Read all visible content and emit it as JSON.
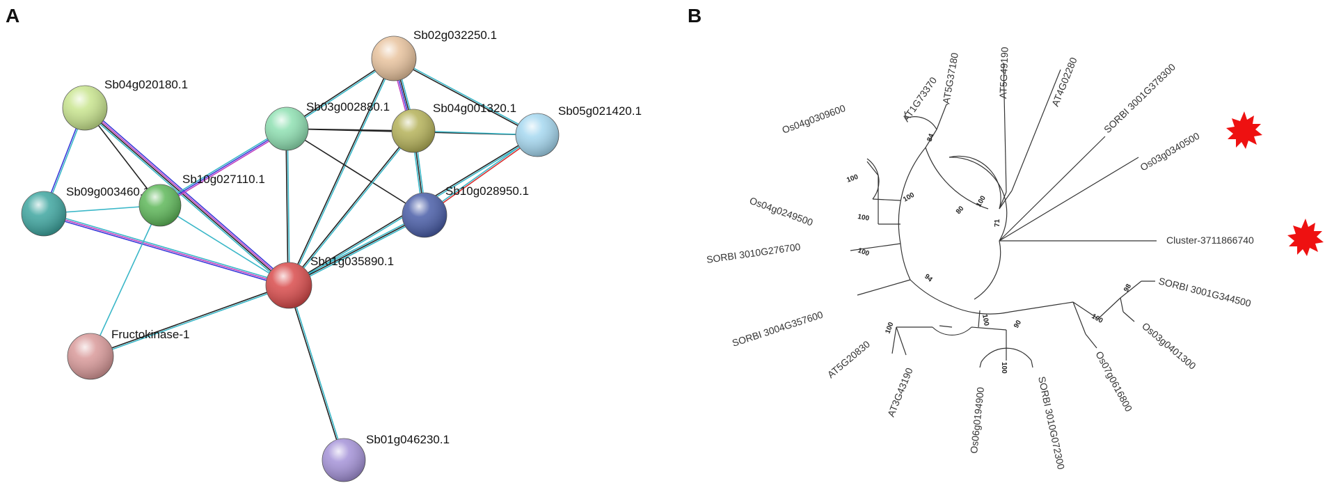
{
  "panels": {
    "a_letter": "A",
    "b_letter": "B"
  },
  "network": {
    "nodes": [
      {
        "id": "n_sb02g032250",
        "label": "Sb02g032250.1",
        "color": "#e8c39e"
      },
      {
        "id": "n_sb04g020180",
        "label": "Sb04g020180.1",
        "color": "#c9e58f"
      },
      {
        "id": "n_sb03g002880",
        "label": "Sb03g002880.1",
        "color": "#8fe0b2"
      },
      {
        "id": "n_sb04g001320",
        "label": "Sb04g001320.1",
        "color": "#b5b25a"
      },
      {
        "id": "n_sb05g021420",
        "label": "Sb05g021420.1",
        "color": "#a6d8f0"
      },
      {
        "id": "n_sb09g003460",
        "label": "Sb09g003460.1",
        "color": "#3fa6a0"
      },
      {
        "id": "n_sb10g027110",
        "label": "Sb10g027110.1",
        "color": "#5fb85a"
      },
      {
        "id": "n_sb10g028950",
        "label": "Sb10g028950.1",
        "color": "#4a5ea8"
      },
      {
        "id": "n_sb01g035890",
        "label": "Sb01g035890.1",
        "color": "#d94c4c"
      },
      {
        "id": "n_fructokinase",
        "label": "Fructokinase-1",
        "color": "#d99a9a"
      },
      {
        "id": "n_sb01g046230",
        "label": "Sb01g046230.1",
        "color": "#a593d8"
      }
    ],
    "edges": [
      {
        "from": "n_sb02g032250",
        "to": "n_sb03g002880",
        "colors": [
          "#3ab7c8",
          "#222222"
        ]
      },
      {
        "from": "n_sb02g032250",
        "to": "n_sb04g001320",
        "colors": [
          "#3ab7c8",
          "#222222",
          "#3a3ad8",
          "#c040c0"
        ]
      },
      {
        "from": "n_sb02g032250",
        "to": "n_sb05g021420",
        "colors": [
          "#3ab7c8",
          "#222222"
        ]
      },
      {
        "from": "n_sb02g032250",
        "to": "n_sb01g035890",
        "colors": [
          "#3ab7c8",
          "#222222"
        ]
      },
      {
        "from": "n_sb04g020180",
        "to": "n_sb09g003460",
        "colors": [
          "#3ab7c8",
          "#3a3ad8"
        ]
      },
      {
        "from": "n_sb04g020180",
        "to": "n_sb10g027110",
        "colors": [
          "#222222"
        ]
      },
      {
        "from": "n_sb04g020180",
        "to": "n_sb01g035890",
        "colors": [
          "#3a3ad8",
          "#c040c0",
          "#222222",
          "#3ab7c8"
        ]
      },
      {
        "from": "n_sb03g002880",
        "to": "n_sb04g001320",
        "colors": [
          "#222222"
        ]
      },
      {
        "from": "n_sb03g002880",
        "to": "n_sb05g021420",
        "colors": [
          "#222222"
        ]
      },
      {
        "from": "n_sb03g002880",
        "to": "n_sb10g027110",
        "colors": [
          "#c040c0",
          "#3a3ad8",
          "#3ab7c8"
        ]
      },
      {
        "from": "n_sb03g002880",
        "to": "n_sb10g028950",
        "colors": [
          "#222222"
        ]
      },
      {
        "from": "n_sb03g002880",
        "to": "n_sb01g035890",
        "colors": [
          "#3ab7c8",
          "#222222"
        ]
      },
      {
        "from": "n_sb04g001320",
        "to": "n_sb05g021420",
        "colors": [
          "#3ab7c8"
        ]
      },
      {
        "from": "n_sb04g001320",
        "to": "n_sb10g028950",
        "colors": [
          "#3ab7c8",
          "#222222",
          "#3ab7c8"
        ]
      },
      {
        "from": "n_sb04g001320",
        "to": "n_sb01g035890",
        "colors": [
          "#3ab7c8",
          "#222222"
        ]
      },
      {
        "from": "n_sb05g021420",
        "to": "n_sb10g028950",
        "colors": [
          "#d83030",
          "#3ab7c8"
        ]
      },
      {
        "from": "n_sb05g021420",
        "to": "n_sb01g035890",
        "colors": [
          "#3ab7c8",
          "#222222"
        ]
      },
      {
        "from": "n_sb09g003460",
        "to": "n_sb10g027110",
        "colors": [
          "#3ab7c8"
        ]
      },
      {
        "from": "n_sb09g003460",
        "to": "n_sb01g035890",
        "colors": [
          "#3ab7c8",
          "#c040c0",
          "#3a3ad8"
        ]
      },
      {
        "from": "n_sb10g027110",
        "to": "n_sb01g035890",
        "colors": [
          "#3ab7c8"
        ]
      },
      {
        "from": "n_sb10g027110",
        "to": "n_fructokinase",
        "colors": [
          "#3ab7c8"
        ]
      },
      {
        "from": "n_sb10g028950",
        "to": "n_sb01g035890",
        "colors": [
          "#3ab7c8",
          "#222222",
          "#3ab7c8"
        ]
      },
      {
        "from": "n_sb01g035890",
        "to": "n_fructokinase",
        "colors": [
          "#3ab7c8",
          "#222222"
        ]
      },
      {
        "from": "n_sb01g035890",
        "to": "n_sb01g046230",
        "colors": [
          "#3ab7c8",
          "#222222"
        ]
      }
    ]
  },
  "tree": {
    "leaves": [
      {
        "id": "leaf_1",
        "label": "AT5G37180"
      },
      {
        "id": "leaf_2",
        "label": "AT1G73370"
      },
      {
        "id": "leaf_3",
        "label": "AT5G49190"
      },
      {
        "id": "leaf_4",
        "label": "AT4G02280"
      },
      {
        "id": "leaf_5",
        "label": "SORBI 3001G378300"
      },
      {
        "id": "leaf_6",
        "label": "Os03g0340500",
        "highlight": true
      },
      {
        "id": "leaf_7",
        "label": "Cluster-3711866740",
        "highlight": true
      },
      {
        "id": "leaf_8",
        "label": "Os04g0309600"
      },
      {
        "id": "leaf_9",
        "label": "Os04g0249500"
      },
      {
        "id": "leaf_10",
        "label": "SORBI 3010G276700"
      },
      {
        "id": "leaf_11",
        "label": "SORBI 3004G357600"
      },
      {
        "id": "leaf_12",
        "label": "AT5G20830"
      },
      {
        "id": "leaf_13",
        "label": "AT3G43190"
      },
      {
        "id": "leaf_14",
        "label": "Os06g0194900"
      },
      {
        "id": "leaf_15",
        "label": "SORBI 3010G072300"
      },
      {
        "id": "leaf_16",
        "label": "Os07g0616800"
      },
      {
        "id": "leaf_17",
        "label": "Os03g0401300"
      },
      {
        "id": "leaf_18",
        "label": "SORBI 3001G344500"
      }
    ],
    "bootstrap": [
      {
        "id": "bs_1",
        "value": "84"
      },
      {
        "id": "bs_2",
        "value": "100"
      },
      {
        "id": "bs_3",
        "value": "71"
      },
      {
        "id": "bs_4",
        "value": "100"
      },
      {
        "id": "bs_5",
        "value": "100"
      },
      {
        "id": "bs_6",
        "value": "80"
      },
      {
        "id": "bs_7",
        "value": "100"
      },
      {
        "id": "bs_8",
        "value": "94"
      },
      {
        "id": "bs_9",
        "value": "100"
      },
      {
        "id": "bs_10",
        "value": "100"
      },
      {
        "id": "bs_11",
        "value": "100"
      },
      {
        "id": "bs_12",
        "value": "90"
      },
      {
        "id": "bs_13",
        "value": "100"
      },
      {
        "id": "bs_14",
        "value": "98"
      },
      {
        "id": "bs_15",
        "value": "100"
      }
    ],
    "highlight_color": "#ee1111",
    "branch_color": "#333333"
  }
}
